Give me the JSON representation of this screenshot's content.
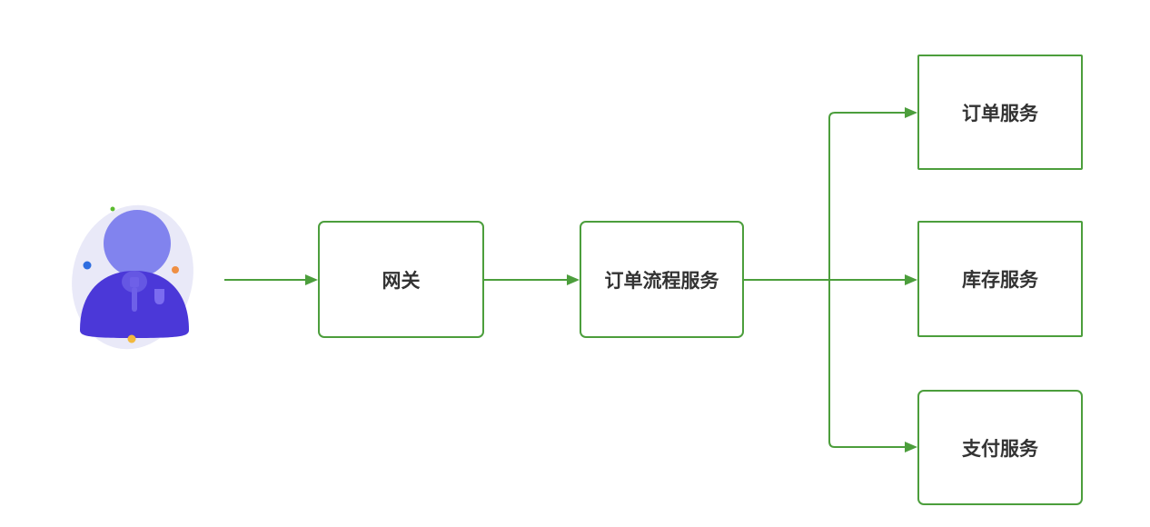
{
  "diagram": {
    "title": "",
    "nodes": {
      "user": {
        "label": "",
        "type": "actor"
      },
      "gateway": {
        "label": "网关"
      },
      "order_process": {
        "label": "订单流程服务"
      },
      "order_service": {
        "label": "订单服务"
      },
      "inventory_service": {
        "label": "库存服务"
      },
      "payment_service": {
        "label": "支付服务"
      }
    },
    "edges": [
      {
        "from": "user",
        "to": "gateway"
      },
      {
        "from": "gateway",
        "to": "order_process"
      },
      {
        "from": "order_process",
        "to": "order_service"
      },
      {
        "from": "order_process",
        "to": "inventory_service"
      },
      {
        "from": "order_process",
        "to": "payment_service"
      }
    ],
    "colors": {
      "connector": "#4C9E3C",
      "node_border": "#4C9E3C",
      "node_fill": "#ffffff",
      "label_text": "#333333",
      "user_blob": "#E9E9F8",
      "user_head": "#8183EE",
      "user_body": "#4B38D8",
      "user_collar": "#6557E3",
      "user_tie": "#6E60E8",
      "user_pocket": "#7B6CF0",
      "dot_green": "#5BBB2E",
      "dot_blue": "#2E6DE0",
      "dot_orange": "#EF8F44",
      "dot_amber": "#F2B93E"
    }
  }
}
